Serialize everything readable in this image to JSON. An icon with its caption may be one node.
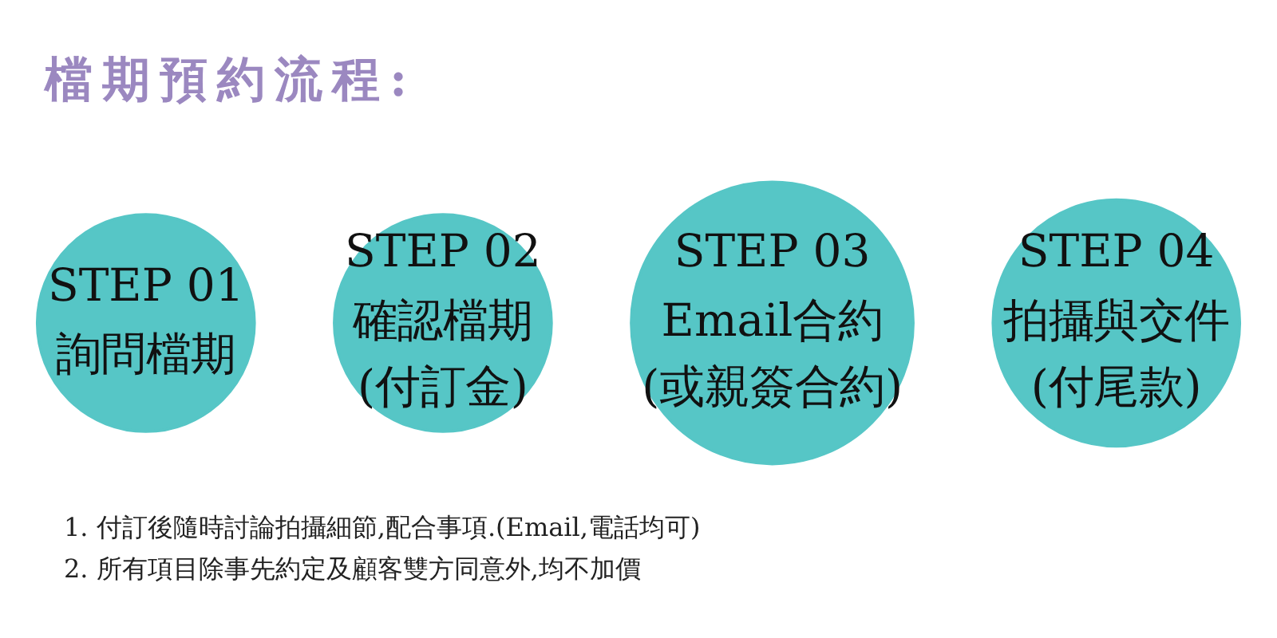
{
  "diagram": {
    "title": "檔期預約流程:",
    "nodes": [
      {
        "text": [
          "STEP 01",
          "詢問檔期"
        ]
      },
      {
        "text": [
          "STEP 02",
          "確認檔期",
          "(付訂金)"
        ]
      },
      {
        "text": [
          "STEP 03",
          "Email合約",
          "(或親簽合約)"
        ]
      },
      {
        "text": [
          "STEP 04",
          "拍攝與交件",
          "(付尾款)"
        ]
      }
    ],
    "edges": [],
    "labels": [
      "1. 付訂後隨時討論拍攝細節,配合事項.(Email,電話均可)",
      "2. 所有項目除事先約定及顧客雙方同意外,均不加價"
    ]
  }
}
